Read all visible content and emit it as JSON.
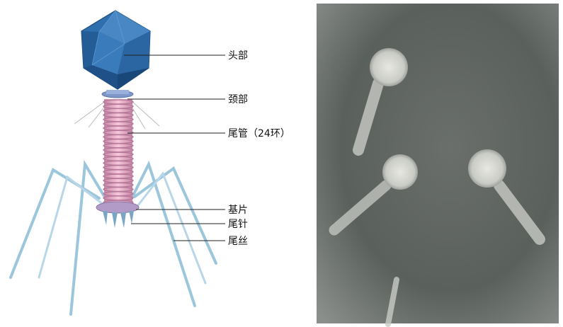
{
  "labels": {
    "head": "头部",
    "neck": "颈部",
    "tail_sheath": "尾管（24环）",
    "base_plate": "基片",
    "tail_pins": "尾针",
    "tail_fibers": "尾丝"
  },
  "colors": {
    "capsid": "#2f6fae",
    "sheath": "#f0b6cf",
    "fiber": "#9cc6dc",
    "micrograph_bg": "#5f6560"
  }
}
